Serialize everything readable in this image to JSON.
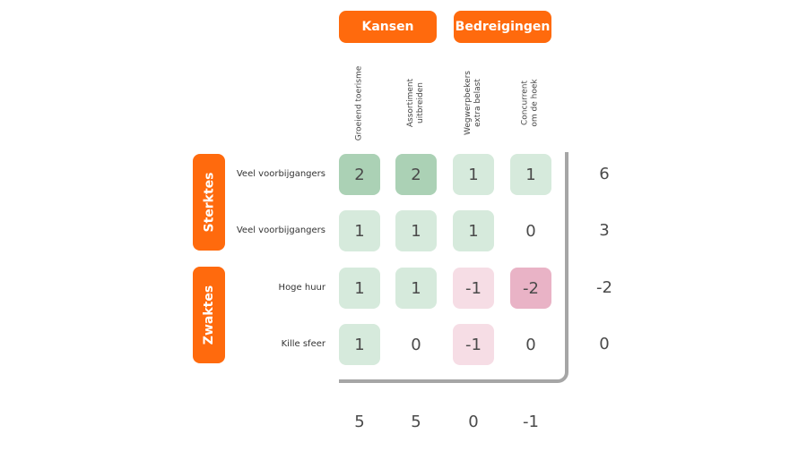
{
  "headers": {
    "kansen": "Kansen",
    "bedreigingen": "Bedreigingen"
  },
  "side": {
    "sterktes": "Sterktes",
    "zwaktes": "Zwaktes"
  },
  "columns": [
    {
      "label": "Groeiend toerisme"
    },
    {
      "label": "Assortiment\nuitbreiden"
    },
    {
      "label": "Wegwerpbekers\nextra belast"
    },
    {
      "label": "Concurrent\nom de hoek"
    }
  ],
  "rows": [
    {
      "label": "Veel voorbijgangers",
      "cells": [
        {
          "value": "2",
          "color": "#abd1b5"
        },
        {
          "value": "2",
          "color": "#abd1b5"
        },
        {
          "value": "1",
          "color": "#d6eadc"
        },
        {
          "value": "1",
          "color": "#d6eadc"
        }
      ],
      "total": "6"
    },
    {
      "label": "Veel voorbijgangers",
      "cells": [
        {
          "value": "1",
          "color": "#d6eadc"
        },
        {
          "value": "1",
          "color": "#d6eadc"
        },
        {
          "value": "1",
          "color": "#d6eadc"
        },
        {
          "value": "0",
          "color": "none"
        }
      ],
      "total": "3"
    },
    {
      "label": "Hoge huur",
      "cells": [
        {
          "value": "1",
          "color": "#d6eadc"
        },
        {
          "value": "1",
          "color": "#d6eadc"
        },
        {
          "value": "-1",
          "color": "#f6dde5"
        },
        {
          "value": "-2",
          "color": "#e9b3c6"
        }
      ],
      "total": "-2"
    },
    {
      "label": "Kille sfeer",
      "cells": [
        {
          "value": "1",
          "color": "#d6eadc"
        },
        {
          "value": "0",
          "color": "none"
        },
        {
          "value": "-1",
          "color": "#f6dde5"
        },
        {
          "value": "0",
          "color": "none"
        }
      ],
      "total": "0"
    }
  ],
  "column_totals": [
    "5",
    "5",
    "0",
    "-1"
  ],
  "colors": {
    "accent": "#ff6a0d",
    "positive_strong": "#abd1b5",
    "positive_light": "#d6eadc",
    "negative_light": "#f6dde5",
    "negative_strong": "#e9b3c6",
    "bracket": "#a6a6a6"
  }
}
